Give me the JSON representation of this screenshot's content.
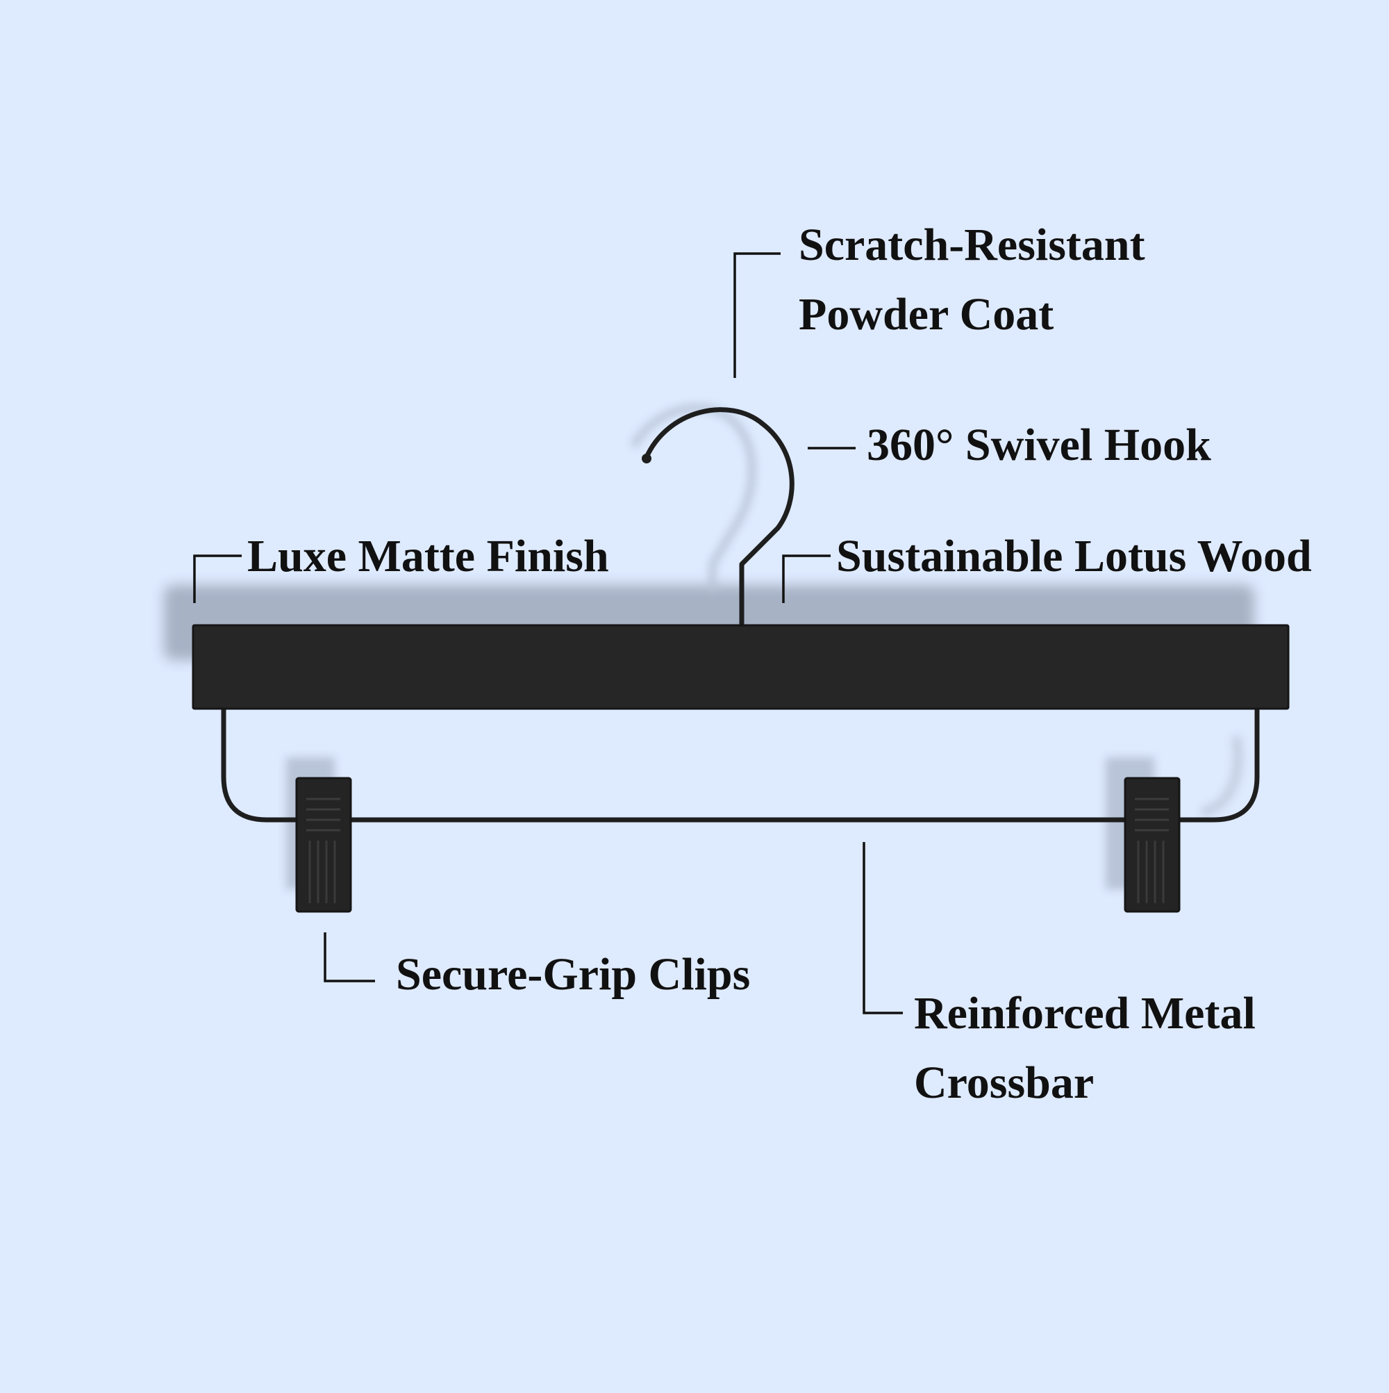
{
  "colors": {
    "background": "#deeafe",
    "hanger": "#1e1e1e",
    "leader_line": "#111111",
    "text": "#111111"
  },
  "callouts": {
    "powder_coat": [
      "Scratch-Resistant",
      "Powder Coat"
    ],
    "swivel_hook": "360° Swivel Hook",
    "matte_finish": "Luxe Matte Finish",
    "lotus_wood": "Sustainable Lotus Wood",
    "clips": "Secure-Grip Clips",
    "crossbar": [
      "Reinforced Metal",
      "Crossbar"
    ]
  }
}
